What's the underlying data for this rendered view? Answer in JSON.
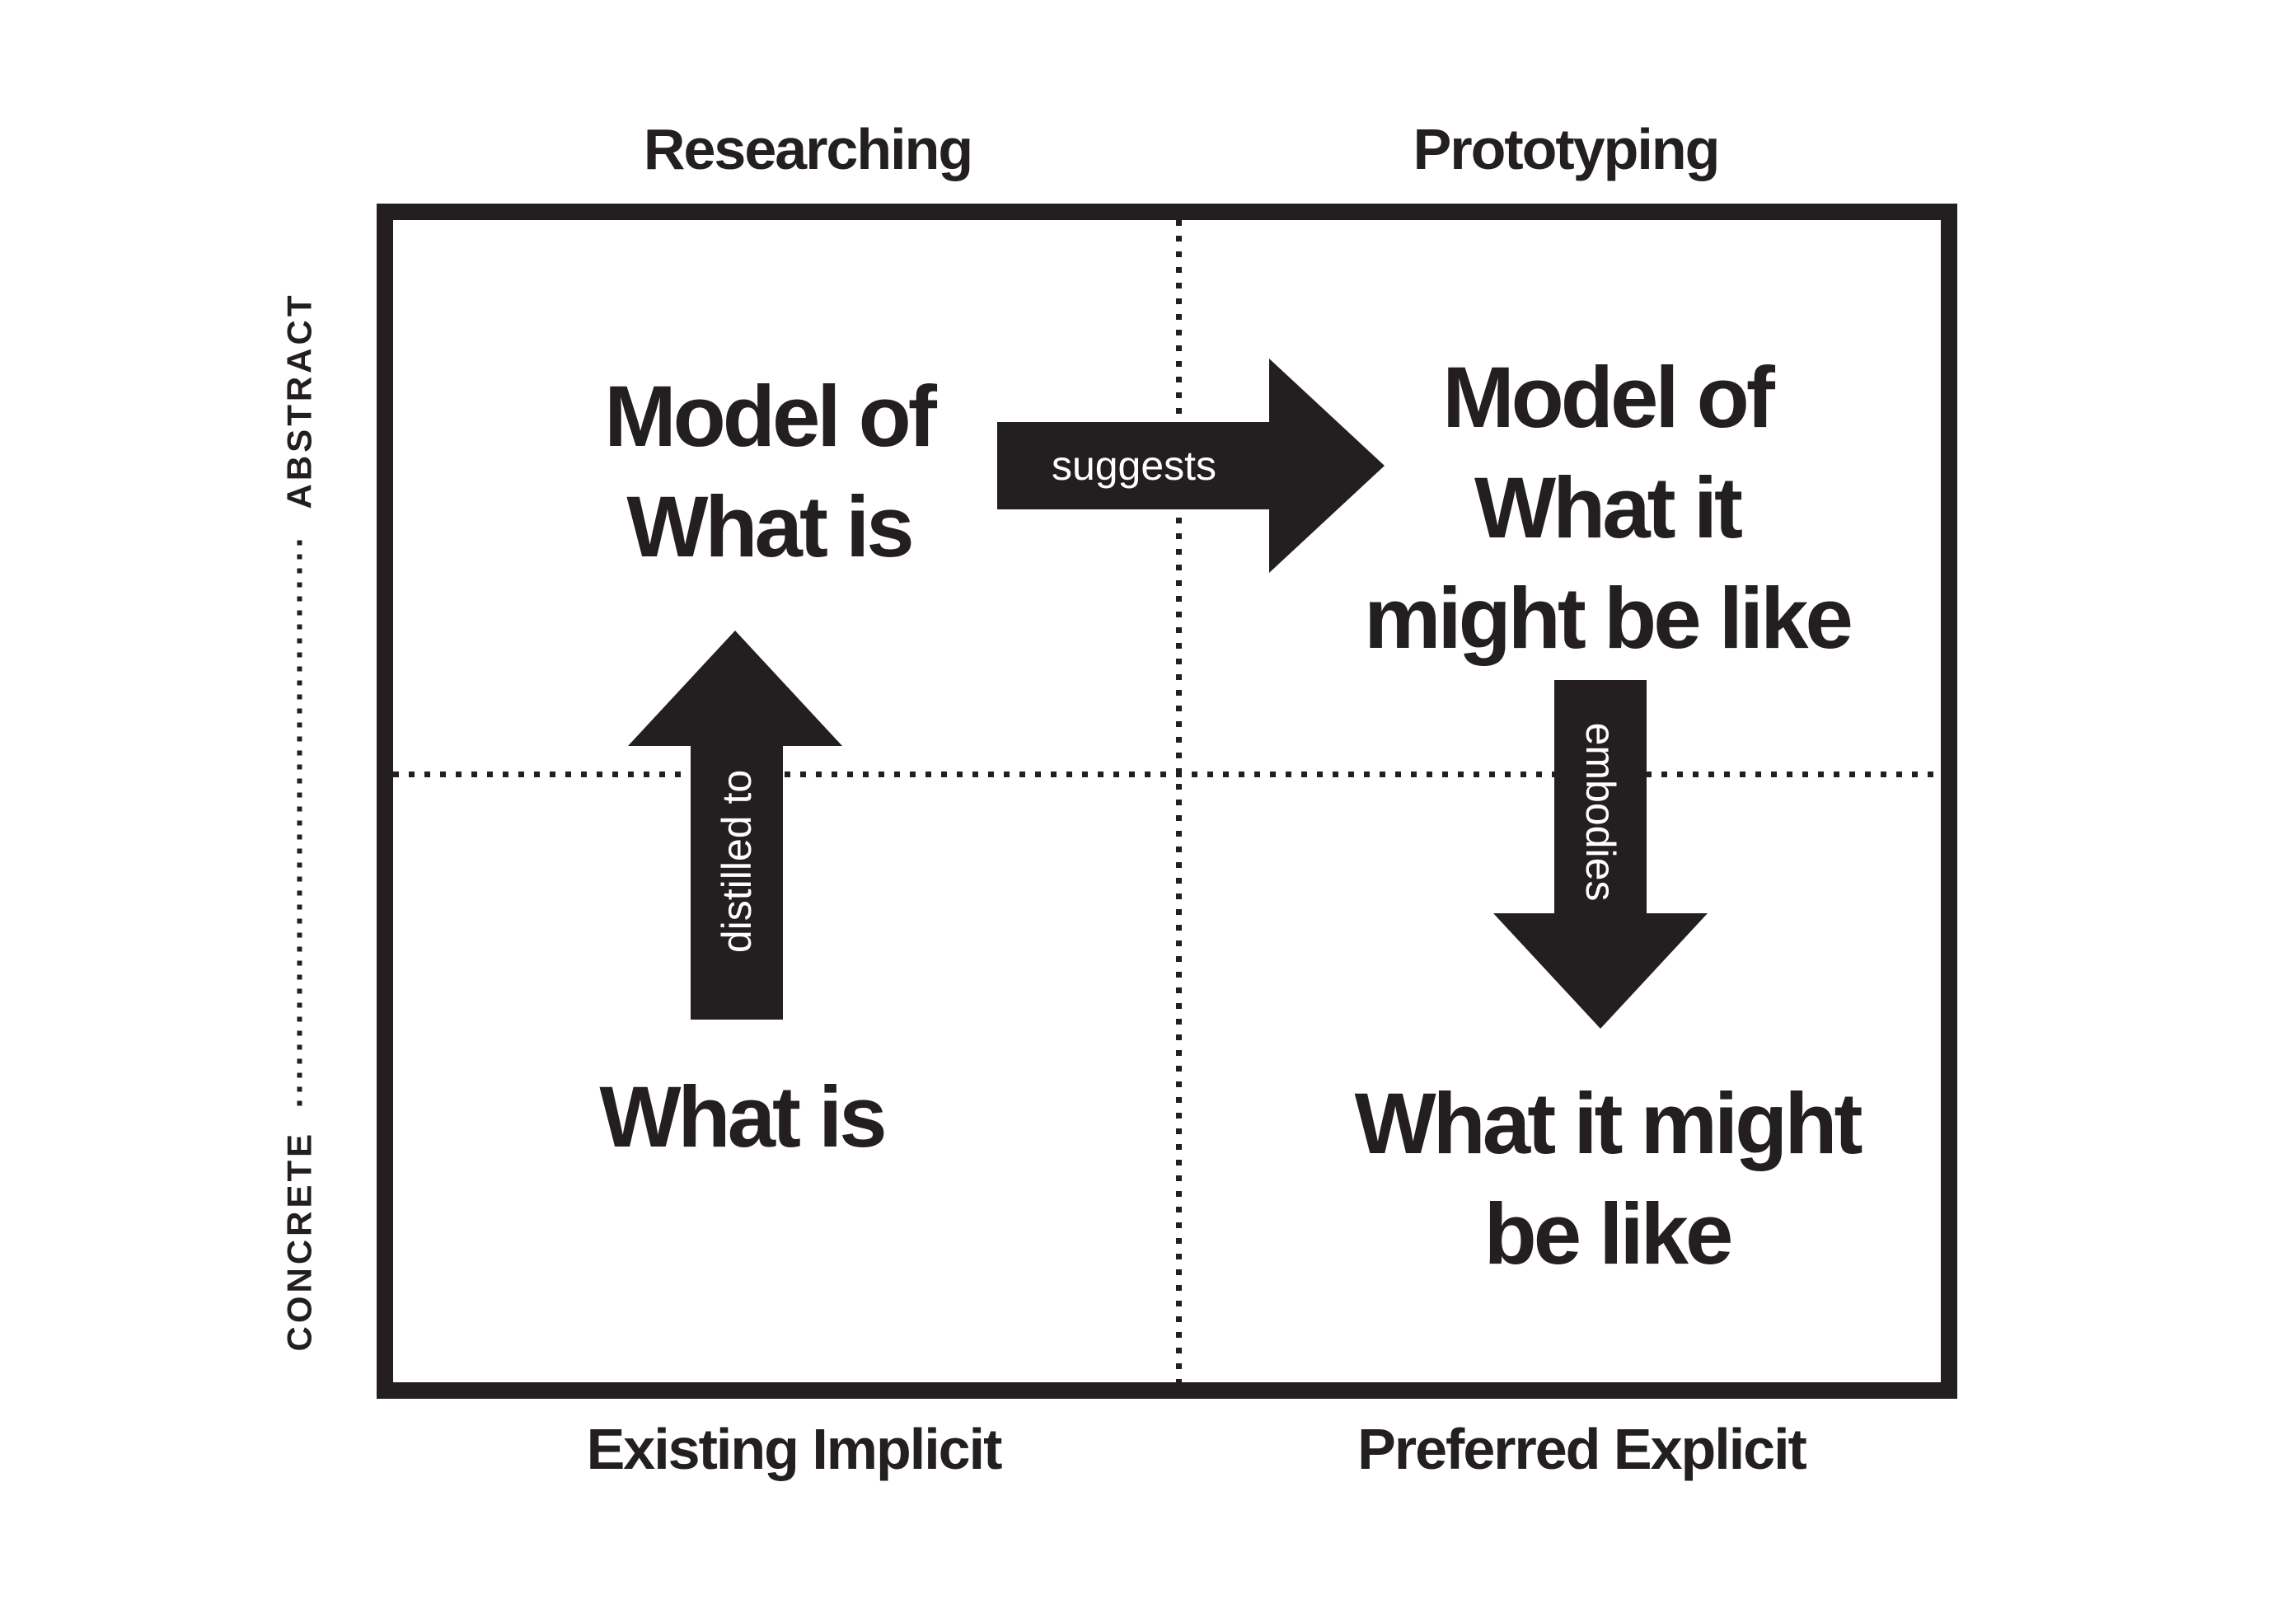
{
  "colors": {
    "ink": "#231f20",
    "paper": "#ffffff",
    "arrow_label": "#ffffff"
  },
  "phase_labels": {
    "left": "Researching",
    "right": "Prototyping"
  },
  "outcome_labels": {
    "left": "Existing Implicit",
    "right": "Preferred Explicit"
  },
  "axis": {
    "top": "ABSTRACT",
    "bottom": "CONCRETE"
  },
  "quadrants": {
    "top_left": "Model of\nWhat is",
    "top_right": "Model of\nWhat it\nmight be like",
    "bottom_left": "What is",
    "bottom_right": "What it might\nbe like"
  },
  "arrows": {
    "suggests": "suggests",
    "distilled_to": "distilled to",
    "embodies": "embodies"
  }
}
